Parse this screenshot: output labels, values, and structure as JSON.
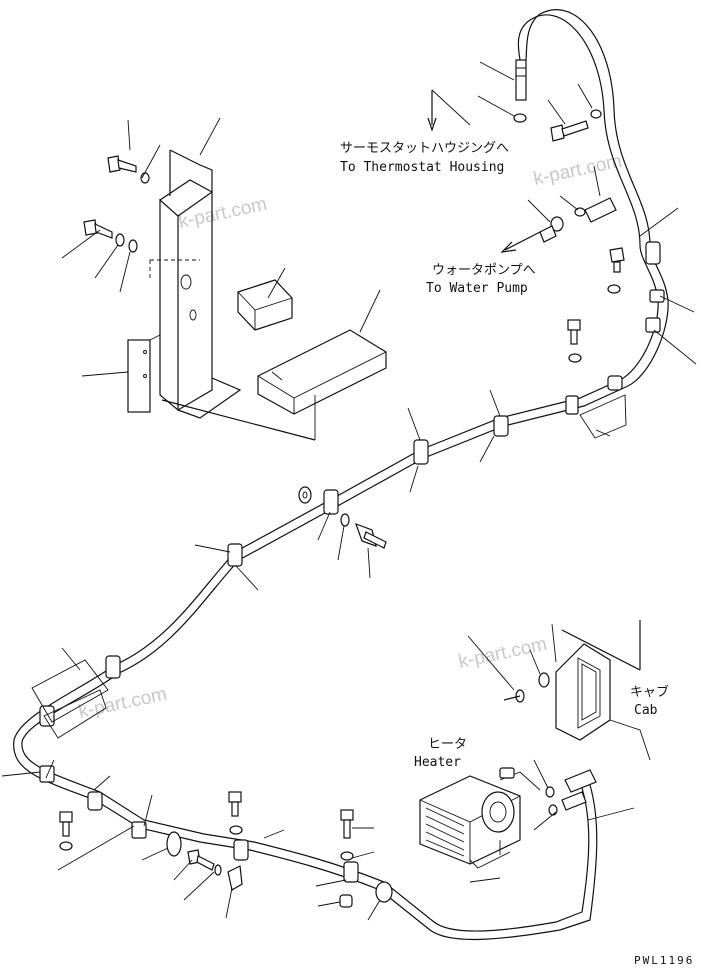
{
  "labels": {
    "thermostat_jp": "サーモスタットハウジングへ",
    "thermostat_en": "To Thermostat Housing",
    "waterpump_jp": "ウォータポンプへ",
    "waterpump_en": "To Water Pump",
    "cab_jp": "キャブ",
    "cab_en": "Cab",
    "heater_jp": "ヒータ",
    "heater_en": "Heater"
  },
  "watermark": "k-part.com",
  "drawing_code": "PWL1196"
}
